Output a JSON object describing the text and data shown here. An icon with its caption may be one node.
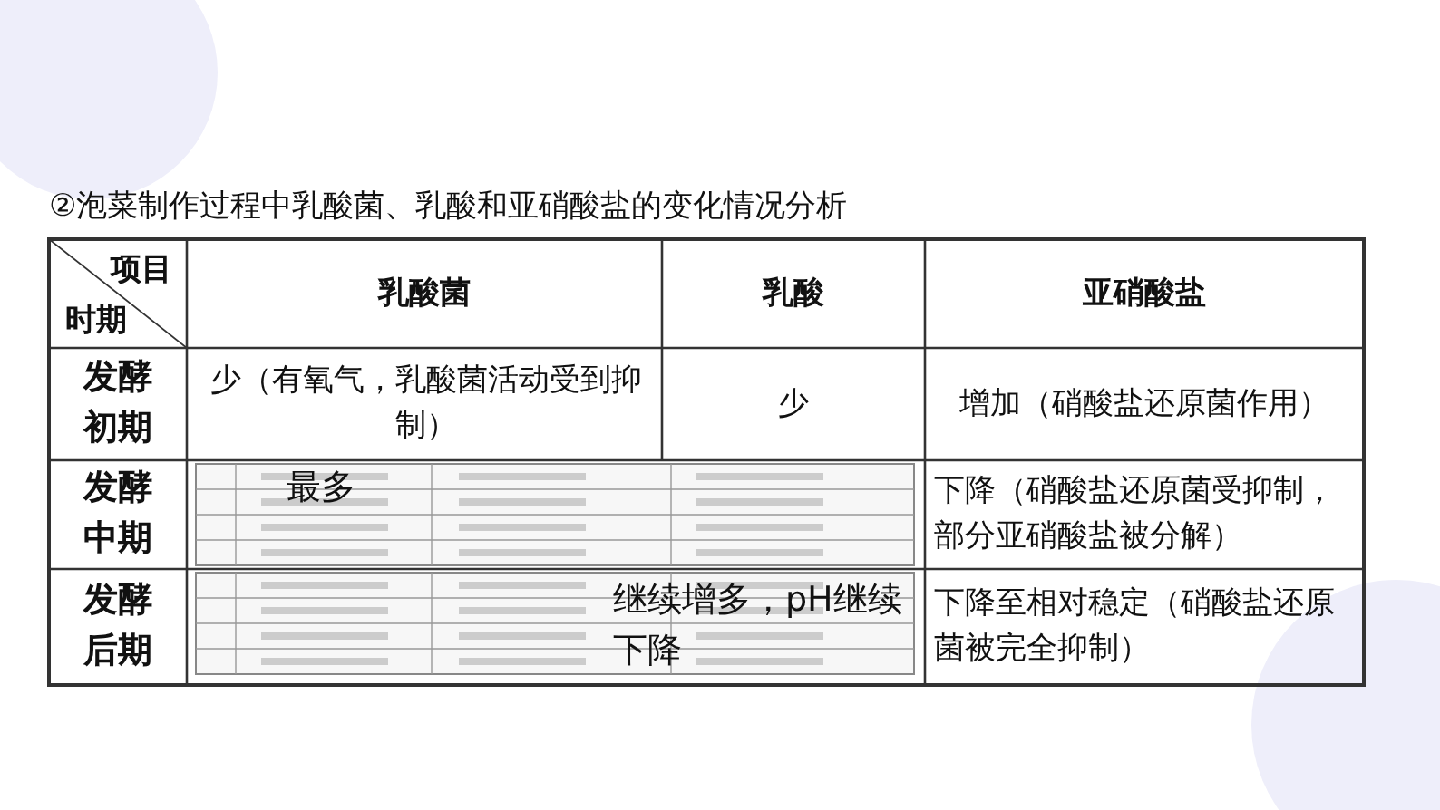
{
  "diagram": {
    "labels": [
      "②泡菜制作过程中乳酸菌、乳酸和亚硝酸盐的变化情况分析",
      "项目",
      "时期",
      "乳酸菌",
      "乳酸",
      "亚硝酸盐",
      "发酵初期",
      "少（有氧气，乳酸菌活动受到抑制）",
      "少",
      "增加（硝酸盐还原菌作用）",
      "发酵中期",
      "最多",
      "下降（硝酸盐还原菌受抑制，部分亚硝酸盐被分解）",
      "发酵后期",
      "继续增多，pH继续下降",
      "下降至相对稳定（硝酸盐还原菌被完全抑制）"
    ]
  }
}
